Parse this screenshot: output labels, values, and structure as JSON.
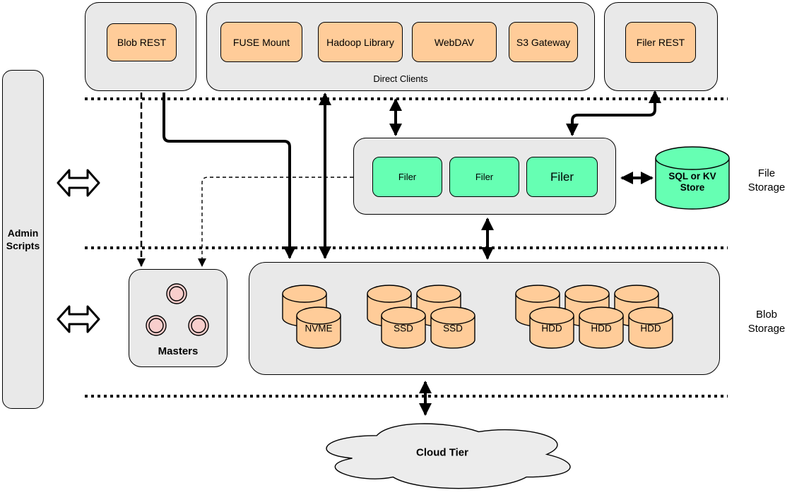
{
  "colors": {
    "container_fill": "#e9e9e9",
    "node_orange": "#ffcc99",
    "node_green": "#66ffb3",
    "master_pink": "#f8cecc",
    "cloud_fill": "#ececec",
    "stroke": "#000000"
  },
  "admin_panel": {
    "label": "Admin Scripts"
  },
  "top_row": {
    "blob_rest": {
      "label": "Blob REST"
    },
    "direct_clients": {
      "caption": "Direct Clients",
      "clients": [
        "FUSE Mount",
        "Hadoop Library",
        "WebDAV",
        "S3 Gateway"
      ]
    },
    "filer_rest": {
      "label": "Filer REST"
    }
  },
  "file_storage": {
    "tier_label": "File Storage",
    "filers": [
      "Filer",
      "Filer",
      "Filer"
    ],
    "metadata_store": {
      "label": "SQL or KV Store"
    }
  },
  "blob_storage": {
    "tier_label": "Blob Storage",
    "masters": {
      "label": "Masters"
    },
    "volume_servers": [
      "NVME",
      "SSD",
      "SSD",
      "HDD",
      "HDD",
      "HDD"
    ]
  },
  "cloud": {
    "label": "Cloud Tier"
  }
}
